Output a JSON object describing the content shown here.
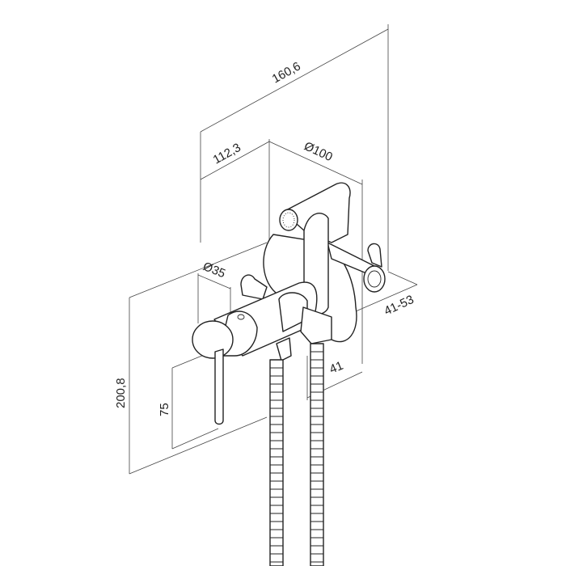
{
  "drawing": {
    "dimensions": {
      "overall_depth": "160,6",
      "body_depth": "112,3",
      "plate_diameter": "Ø100",
      "handle_diameter": "Ø35",
      "overall_height": "200,8",
      "handle_height": "75",
      "outlet_offset": "41",
      "wall_depth_range": "41-53"
    }
  }
}
